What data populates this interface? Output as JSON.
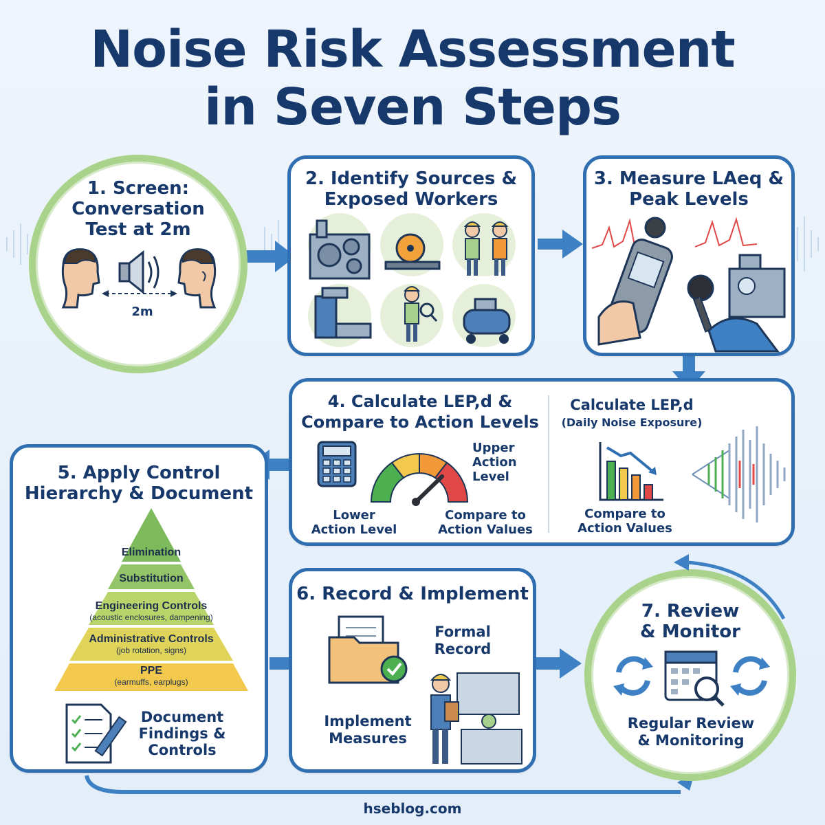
{
  "title": {
    "line1": "Noise Risk Assessment",
    "line2": "in Seven Steps"
  },
  "step1": {
    "title_l1": "1. Screen:",
    "title_l2": "Conversation",
    "title_l3": "Test at 2m",
    "distance": "2m"
  },
  "step2": {
    "title_l1": "2. Identify Sources &",
    "title_l2": "Exposed Workers"
  },
  "step3": {
    "title_l1": "3. Measure LAeq &",
    "title_l2": "Peak Levels"
  },
  "step4": {
    "title_l1": "4. Calculate LEP,d &",
    "title_l2": "Compare to Action Levels",
    "upper_l1": "Upper",
    "upper_l2": "Action",
    "upper_l3": "Level",
    "lower_l1": "Lower",
    "lower_l2": "Action Level",
    "compare_l1": "Compare to",
    "compare_l2": "Action Values",
    "right_title": "Calculate LEP,d",
    "right_sub": "(Daily Noise Exposure)",
    "right_compare_l1": "Compare to",
    "right_compare_l2": "Action Values"
  },
  "step5": {
    "title_l1": "5. Apply Control",
    "title_l2": "Hierarchy & Document",
    "layers": [
      {
        "name": "Elimination",
        "note": ""
      },
      {
        "name": "Substitution",
        "note": ""
      },
      {
        "name": "Engineering Controls",
        "note": "(acoustic enclosures, dampening)"
      },
      {
        "name": "Administrative Controls",
        "note": "(job rotation, signs)"
      },
      {
        "name": "PPE",
        "note": "(earmuffs, earplugs)"
      }
    ],
    "doc_l1": "Document",
    "doc_l2": "Findings &",
    "doc_l3": "Controls"
  },
  "step6": {
    "title": "6. Record & Implement",
    "formal_l1": "Formal",
    "formal_l2": "Record",
    "impl_l1": "Implement",
    "impl_l2": "Measures"
  },
  "step7": {
    "title_l1": "7. Review",
    "title_l2": "& Monitor",
    "caption_l1": "Regular Review",
    "caption_l2": "& Monitoring"
  },
  "footer": "hseblog.com",
  "colors": {
    "navy": "#17386b",
    "blue": "#2f6fb1",
    "green_ring": "#a9d28a",
    "gauge_green": "#4caf50",
    "gauge_yellow": "#f2c94c",
    "gauge_orange": "#f29a38",
    "gauge_red": "#e04848"
  },
  "icons": [
    "speaker-icon",
    "head-icon",
    "factory-gears-icon",
    "saw-icon",
    "worker-icon",
    "sound-meter-icon",
    "microphone-icon",
    "calculator-icon",
    "gauge-icon",
    "bar-chart-down-icon",
    "waveform-icon",
    "checklist-icon",
    "pen-icon",
    "folder-check-icon",
    "worker-clipboard-icon",
    "calendar-magnifier-icon",
    "refresh-icon"
  ]
}
